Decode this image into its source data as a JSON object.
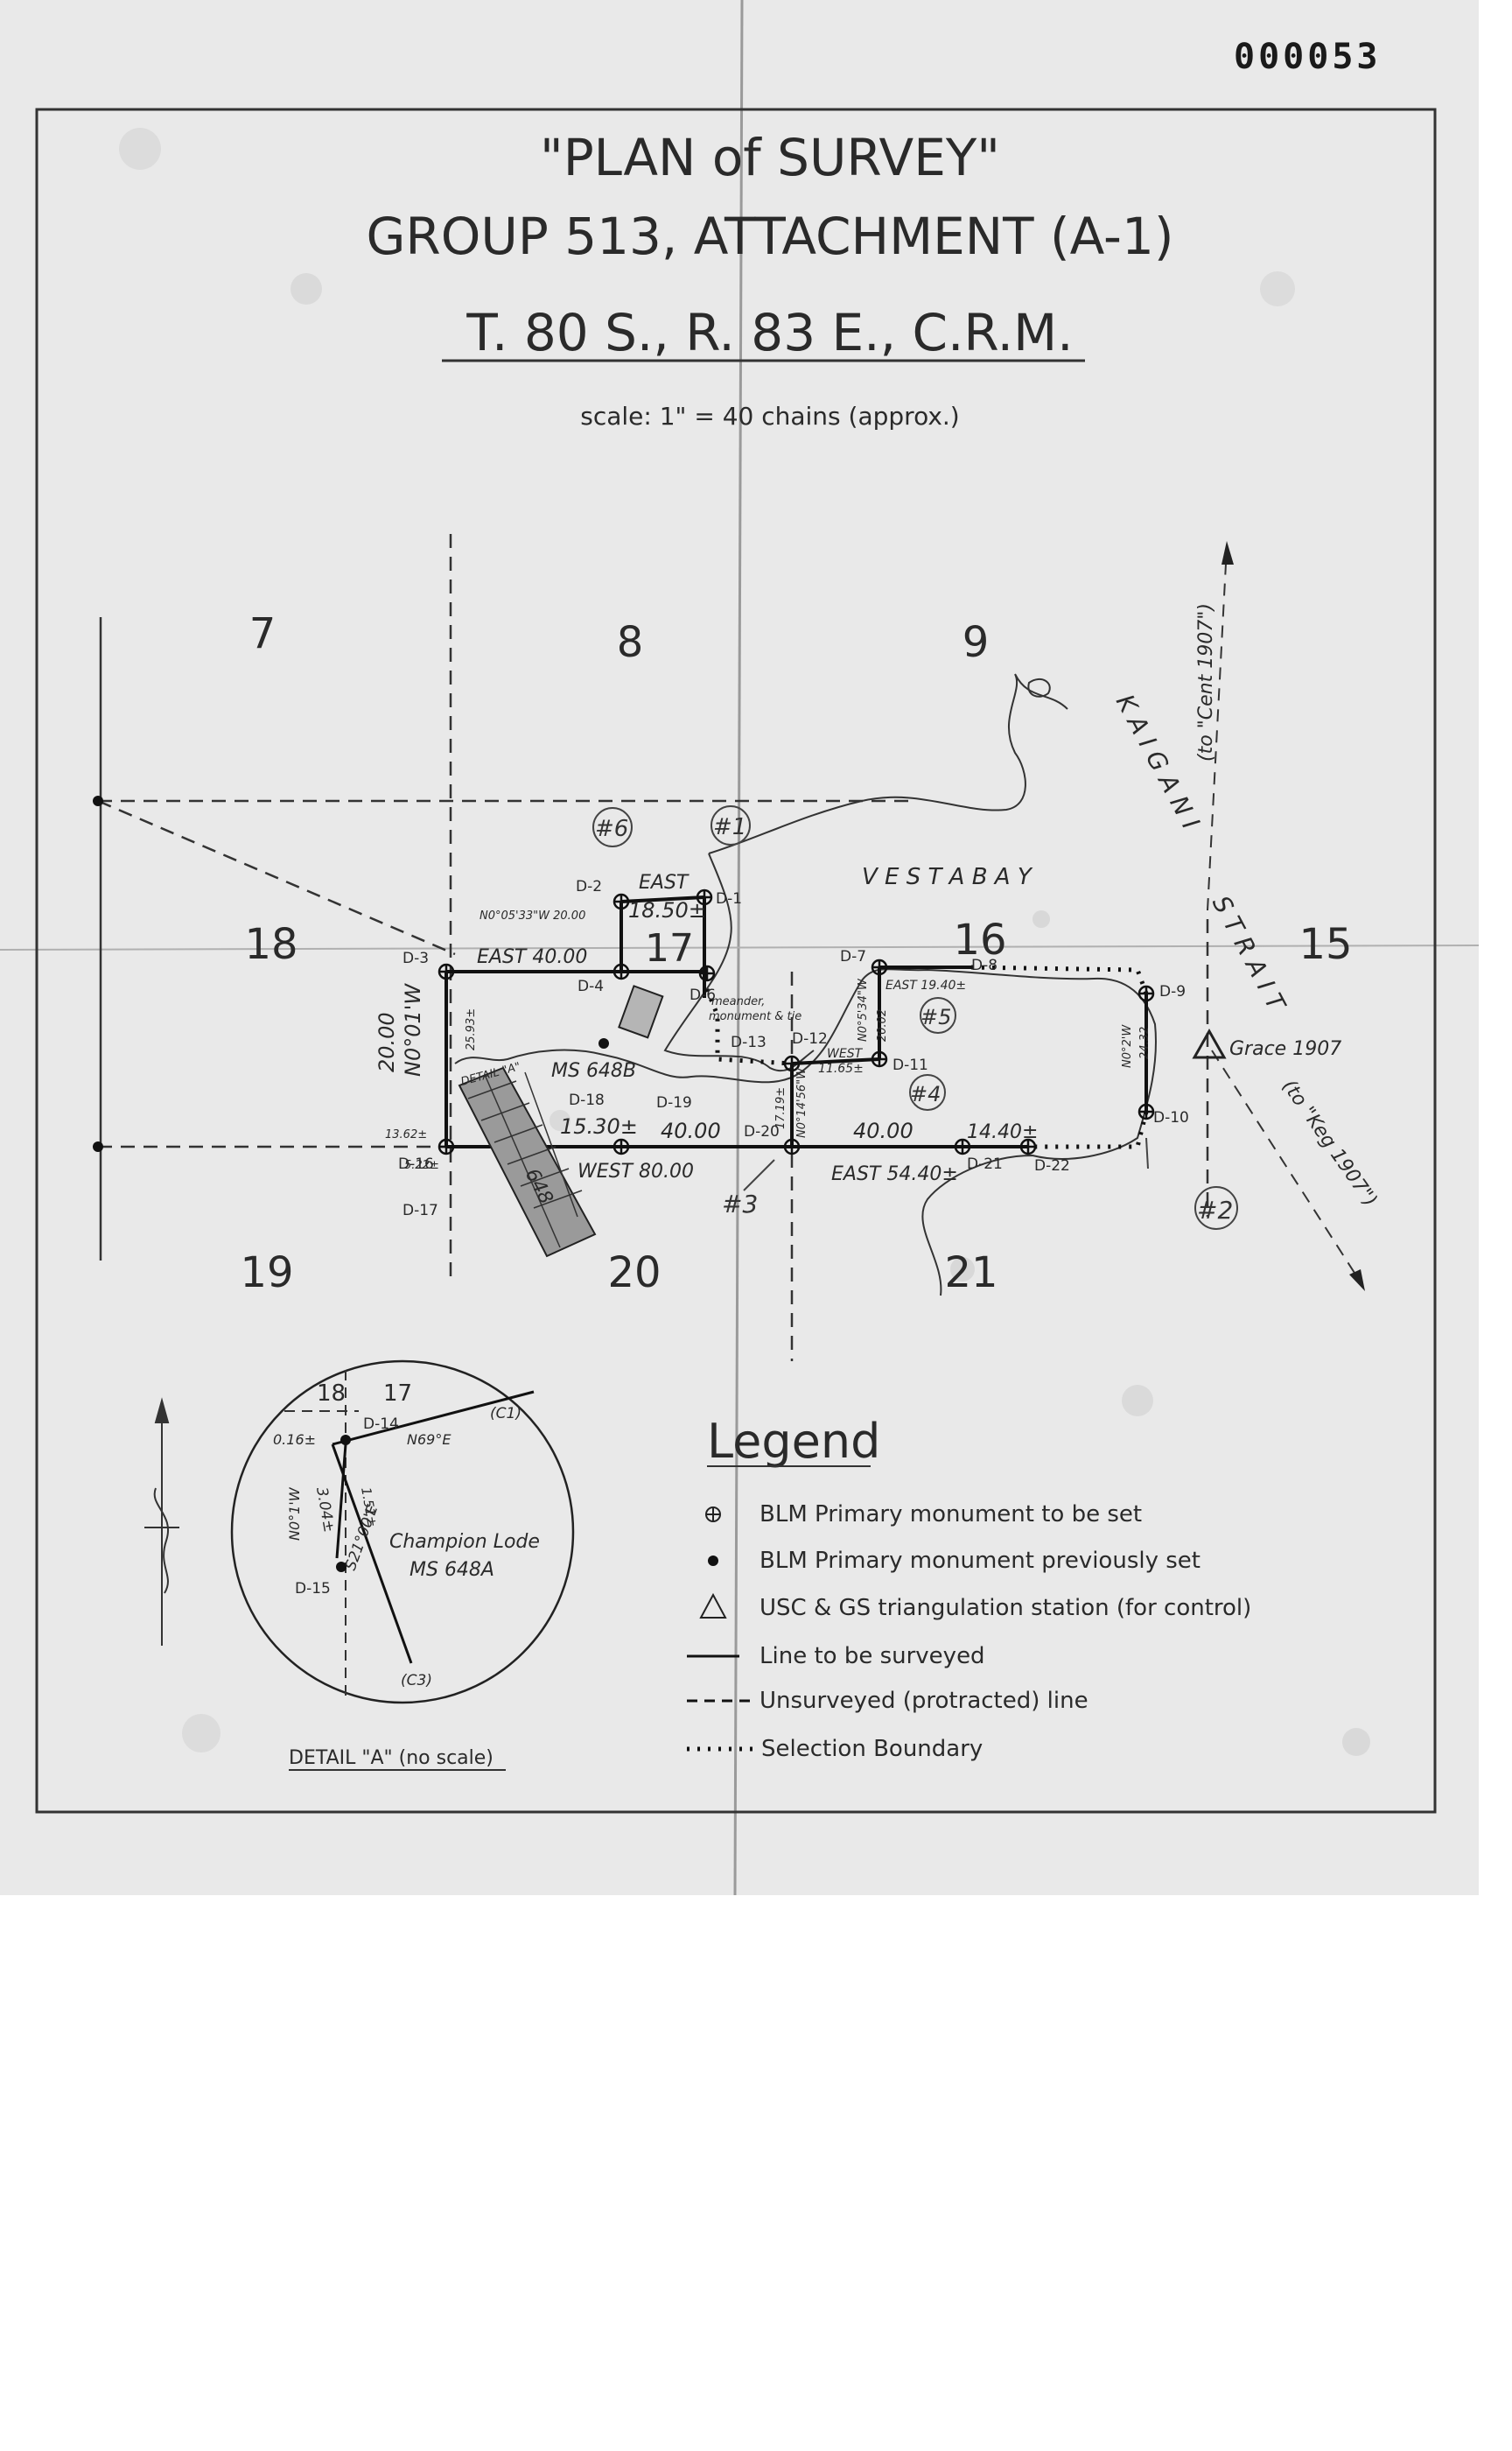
{
  "document_number": "000053",
  "title": {
    "line1": "\"PLAN of SURVEY\"",
    "line2": "GROUP 513, ATTACHMENT (A-1)",
    "line3": "T. 80 S., R. 83 E., C.R.M.",
    "scale": "scale: 1\" = 40 chains (approx.)"
  },
  "sections": [
    "7",
    "8",
    "9",
    "18",
    "17",
    "16",
    "15",
    "19",
    "20",
    "21"
  ],
  "water_labels": {
    "bay": "V E S T A   B A Y",
    "strait_1": "K A I G A N I",
    "strait_2": "S T R A I T"
  },
  "control": {
    "station": "Grace 1907",
    "to_cent": "(to \"Cent 1907\")",
    "to_keg": "(to \"Keg 1907\")"
  },
  "corners": [
    "D-1",
    "D-2",
    "D-3",
    "D-4",
    "D-6",
    "D-7",
    "D-8",
    "D-9",
    "D-10",
    "D-11",
    "D-12",
    "D-13",
    "D-16",
    "D-17",
    "D-18",
    "D-19",
    "D-20",
    "D-21",
    "D-22"
  ],
  "bearings": {
    "east_top": "EAST",
    "east_top_dist": "18.50±",
    "north_bearing": "N0°05'33\"W 20.00",
    "east_40": "EAST 40.00",
    "west_80": "WEST 80.00",
    "east_5440": "EAST  54.40±",
    "dist_1440": "14.40±",
    "dist_40a": "40.00",
    "dist_40b": "40.00",
    "dist_1530": "15.30±",
    "east_1940": "EAST 19.40±",
    "west_1165": "WEST",
    "west_1165_dist": "11.65±",
    "n_left": "N0°01'W",
    "n_left_dist": "20.00",
    "n_d9": "N0°2'W",
    "n_d9_dist": "24.32",
    "n_d11": "N0°5'34\"W",
    "n_d11_dist": "20.02",
    "n_d20": "N0°14'56\"W",
    "n_d20_dist": "17.19±",
    "small_a": "25.93±",
    "small_b": "13.62±",
    "small_c": "5.22±",
    "detail_ref": "DETAIL \"A\"",
    "ms_648b": "MS 648B",
    "ms_648": "648",
    "tie_note_1": "meander,",
    "tie_note_2": "monument & tie"
  },
  "annotations": [
    "#6",
    "#1",
    "#5",
    "#4",
    "#3",
    "#2"
  ],
  "detail": {
    "caption": "DETAIL \"A\" (no scale)",
    "sec_18": "18",
    "sec_17": "17",
    "d14": "D-14",
    "d15": "D-15",
    "c1": "(C1)",
    "c3": "(C3)",
    "dim_016": "0.16±",
    "bearing_n69": "N69°E",
    "bearing_n0": "N0°1'W",
    "bearing_s21": "S21°00'E",
    "dim_304": "3.04±",
    "dim_151": "1.51±",
    "lode_name": "Champion Lode",
    "lode_ms": "MS 648A"
  },
  "legend": {
    "title": "Legend",
    "items": [
      {
        "symbol": "monument-to-set",
        "text": "BLM Primary monument to be set"
      },
      {
        "symbol": "monument-previously-set",
        "text": "BLM Primary monument previously set"
      },
      {
        "symbol": "triangulation-station",
        "text": "USC & GS triangulation station  (for control)"
      },
      {
        "symbol": "solid-line",
        "text": "Line to be surveyed"
      },
      {
        "symbol": "dashed-line",
        "text": "Unsurveyed (protracted) line"
      },
      {
        "symbol": "dotted-line",
        "text": "Selection Boundary"
      }
    ]
  }
}
